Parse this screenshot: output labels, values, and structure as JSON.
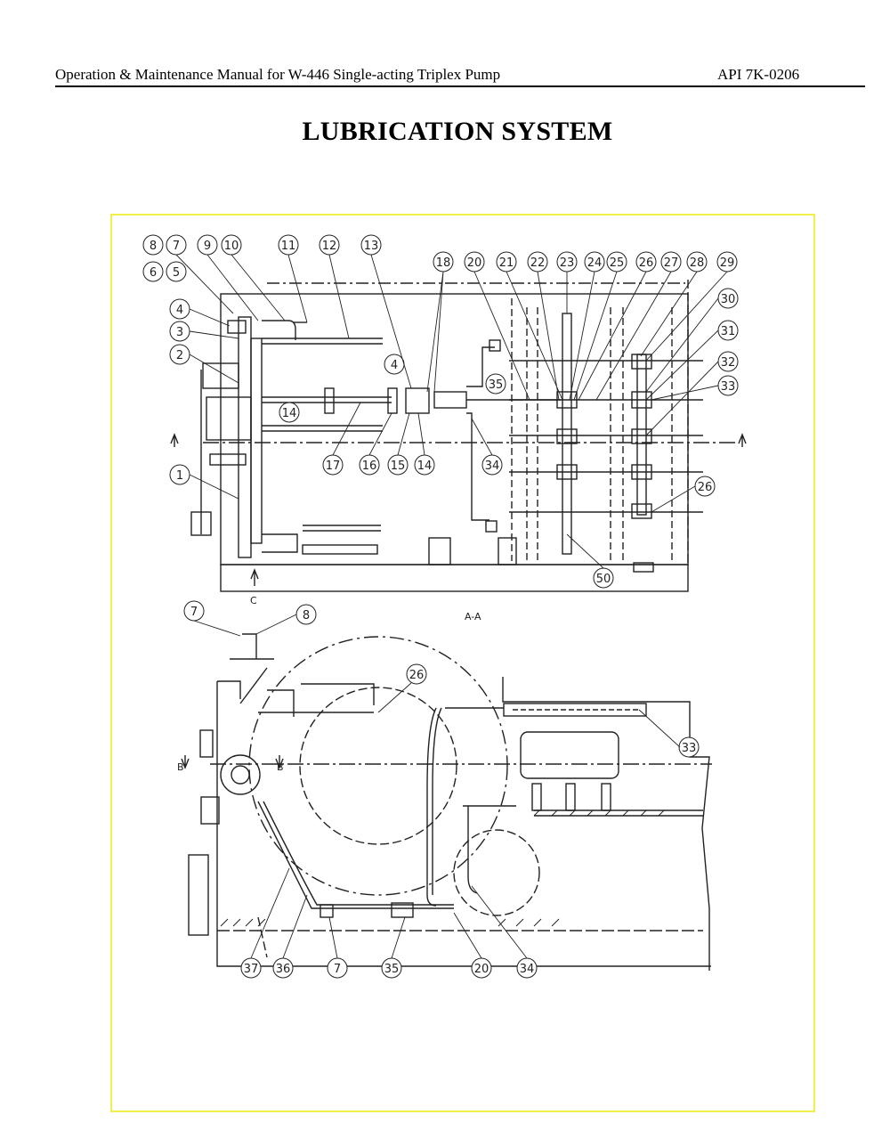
{
  "header": {
    "left": "Operation & Maintenance Manual for W-446 Single-acting Triplex Pump",
    "right": "API 7K-0206"
  },
  "title": "LUBRICATION SYSTEM",
  "view_labels": {
    "section_aa": "A-A",
    "section_b_left": "B",
    "section_b_right": "B",
    "marker_c": "C"
  },
  "callouts_top": [
    "8",
    "7",
    "9",
    "10",
    "11",
    "12",
    "13",
    "6",
    "5",
    "4",
    "3",
    "2",
    "14",
    "1",
    "18",
    "20",
    "21",
    "22",
    "23",
    "24",
    "25",
    "26",
    "27",
    "28",
    "29",
    "30",
    "31",
    "32",
    "33",
    "35",
    "4",
    "17",
    "16",
    "15",
    "14",
    "34",
    "26",
    "50"
  ],
  "callouts_bottom": [
    "7",
    "8",
    "26",
    "33",
    "37",
    "36",
    "7",
    "35",
    "20",
    "34"
  ],
  "colors": {
    "frame": "#f2ee4a",
    "line": "#222222"
  }
}
